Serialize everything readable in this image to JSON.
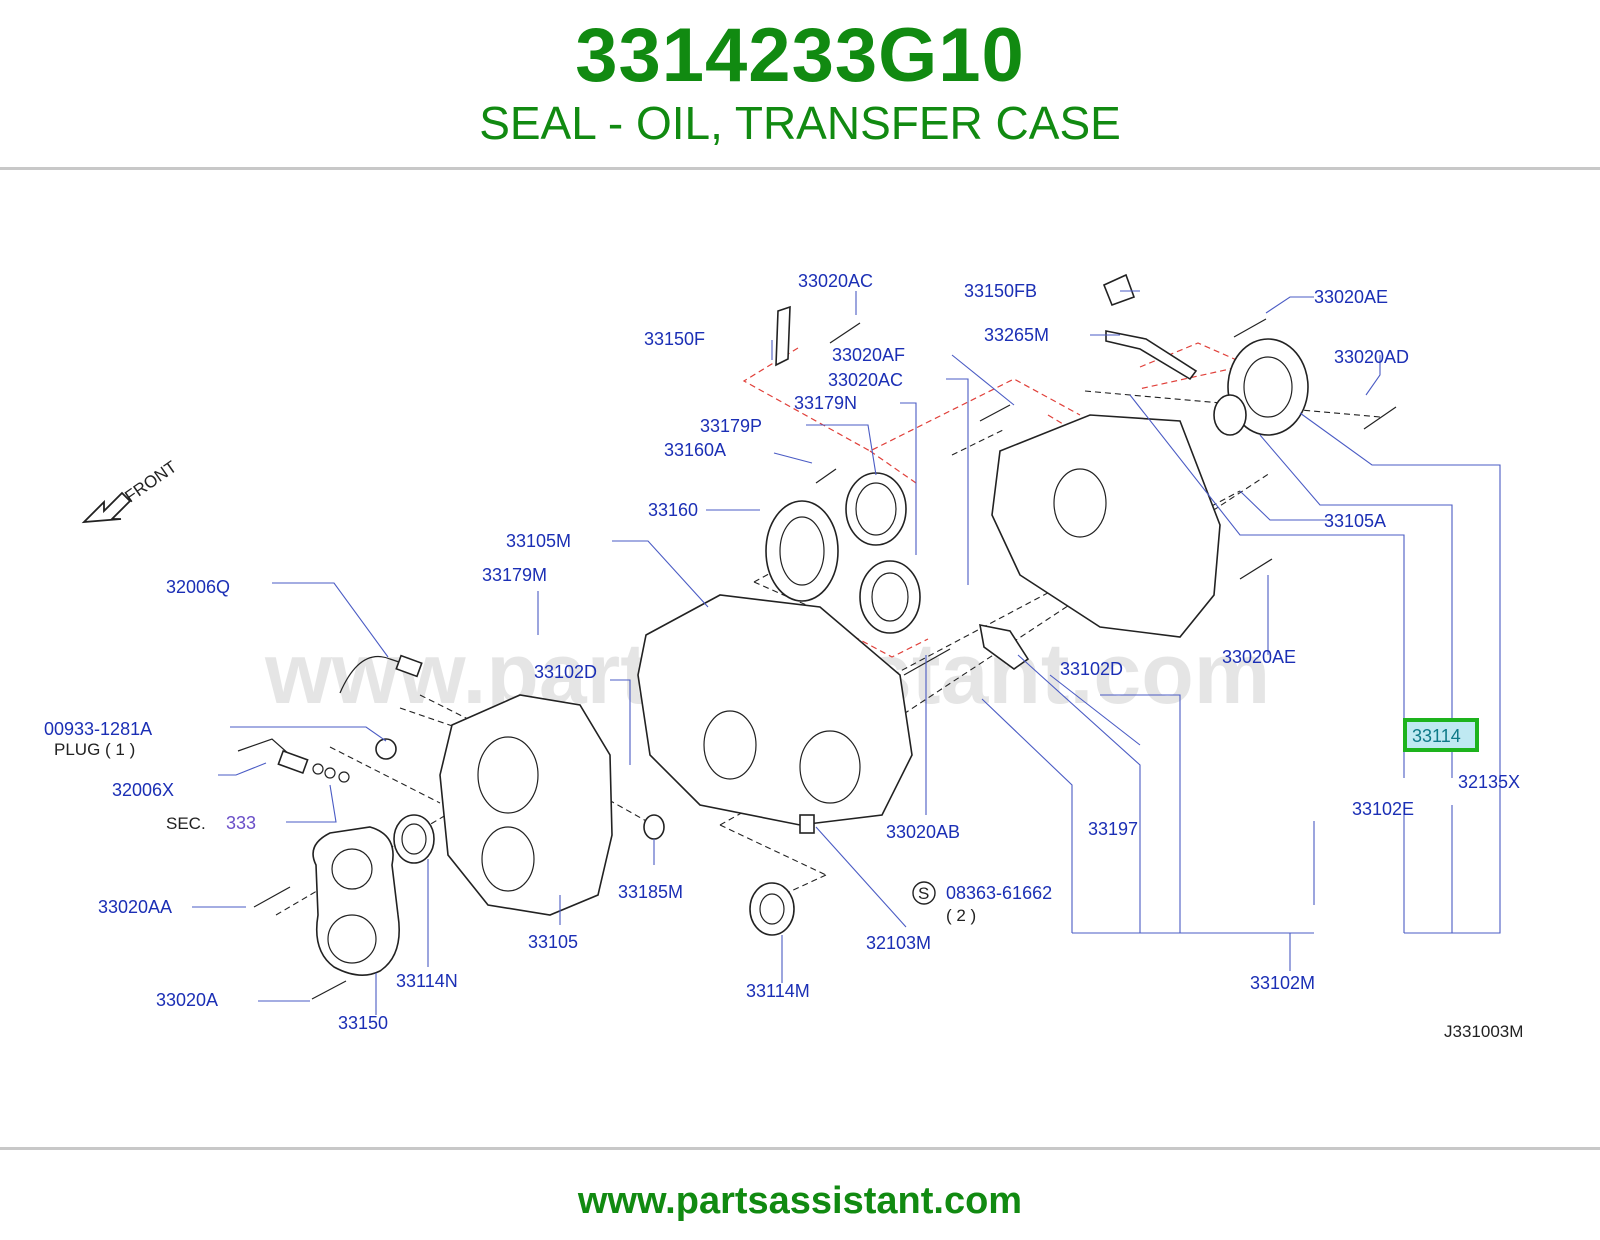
{
  "header": {
    "part_number": "3314233G10",
    "description": "SEAL - OIL, TRANSFER CASE"
  },
  "diagram": {
    "watermark": "www.partsassistant.com",
    "front_label": "FRONT",
    "drawing_code": "J331003M",
    "highlighted_part": "33114",
    "callouts": [
      "33020AC",
      "33150FB",
      "33020AE",
      "33150F",
      "33265M",
      "33020AF",
      "33020AD",
      "33020AC",
      "33179N",
      "33179P",
      "33160A",
      "33160",
      "33105A",
      "33105M",
      "33179M",
      "32006Q",
      "33102D",
      "33102D",
      "33020AE",
      "00933-1281A",
      "PLUG ( 1 )",
      "32006X",
      "SEC.",
      "333",
      "32135X",
      "33102E",
      "33197",
      "33020AB",
      "33185M",
      "33020AA",
      "33105",
      "08363-61662",
      "( 2 )",
      "32103M",
      "33102M",
      "33114N",
      "33114M",
      "33020A",
      "33150"
    ],
    "screw_symbol": "S"
  },
  "footer": {
    "url": "www.partsassistant.com"
  },
  "colors": {
    "title_green": "#118a11",
    "callout_blue": "#1b2fb5",
    "highlight_green": "#1db31d",
    "highlight_fill": "#bfe9f2"
  }
}
